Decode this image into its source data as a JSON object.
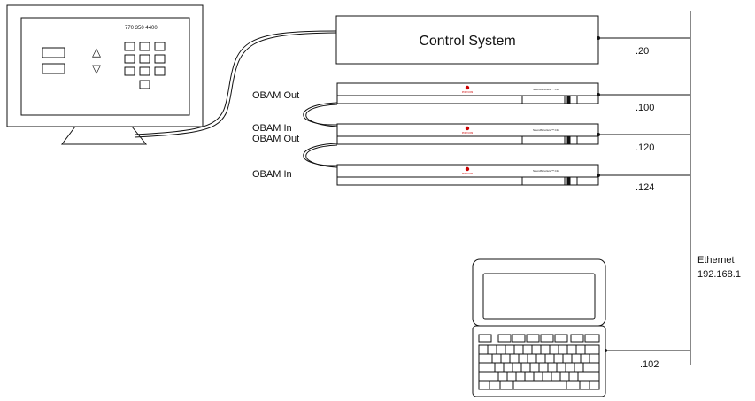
{
  "control_system": {
    "label": "Control System"
  },
  "touch_panel": {
    "phone_number": "770 350 4400",
    "up_arrow": "△",
    "down_arrow": "▽"
  },
  "ip_addresses": {
    "control": ".20",
    "unit1": ".100",
    "unit2": ".120",
    "unit3": ".124",
    "laptop": ".102"
  },
  "obam_labels": {
    "out1": "OBAM Out",
    "in2": "OBAM In",
    "out2": "OBAM Out",
    "in3": "OBAM In"
  },
  "ethernet": {
    "line1": "Ethernet",
    "line2": "192.168.1"
  },
  "device": {
    "brand": "POLYCOM",
    "model": "SoundStructure™ C16"
  },
  "colors": {
    "line": "#111111",
    "logo": "#cc0000"
  }
}
